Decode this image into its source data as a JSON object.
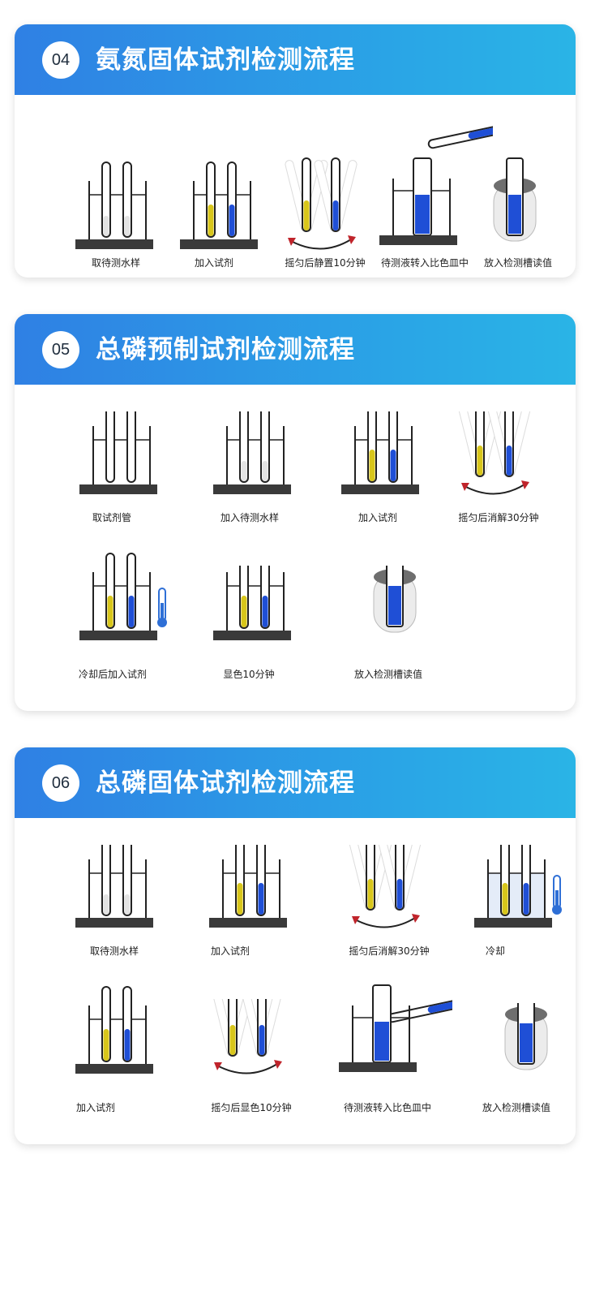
{
  "sections": [
    {
      "number": "04",
      "title": "氨氮固体试剂检测流程",
      "steps": [
        "取待测水样",
        "加入试剂",
        "摇匀后静置10分钟",
        "待测液转入比色皿中",
        "放入检测槽读值"
      ]
    },
    {
      "number": "05",
      "title": "总磷预制试剂检测流程",
      "steps": [
        "取试剂管",
        "加入待测水样",
        "加入试剂",
        "摇匀后消解30分钟",
        "冷却后加入试剂",
        "显色10分钟",
        "放入检测槽读值"
      ]
    },
    {
      "number": "06",
      "title": "总磷固体试剂检测流程",
      "steps": [
        "取待测水样",
        "加入试剂",
        "摇匀后消解30分钟",
        "冷却",
        "加入试剂",
        "摇匀后显色10分钟",
        "待测液转入比色皿中",
        "放入检测槽读值"
      ]
    }
  ],
  "colors": {
    "header_start": "#2f80e4",
    "header_end": "#2ab4e6",
    "yellow": "#d8c61b",
    "blue": "#1f4fd6",
    "red_arrow": "#c0242b"
  }
}
